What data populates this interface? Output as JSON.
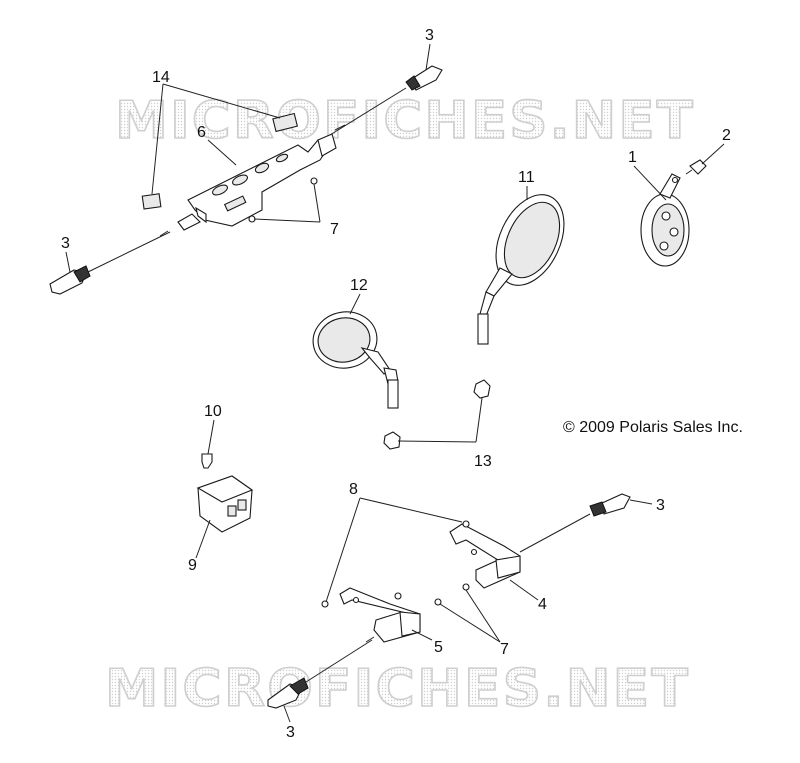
{
  "watermark": {
    "text": "MICROFICHES.NET"
  },
  "copyright": "© 2009 Polaris Sales Inc.",
  "callouts": {
    "c1": "1",
    "c2": "2",
    "c3a": "3",
    "c3b": "3",
    "c3c": "3",
    "c3d": "3",
    "c4": "4",
    "c5": "5",
    "c6": "6",
    "c7a": "7",
    "c7b": "7",
    "c8": "8",
    "c9": "9",
    "c10": "10",
    "c11": "11",
    "c12": "12",
    "c13": "13",
    "c14": "14"
  }
}
